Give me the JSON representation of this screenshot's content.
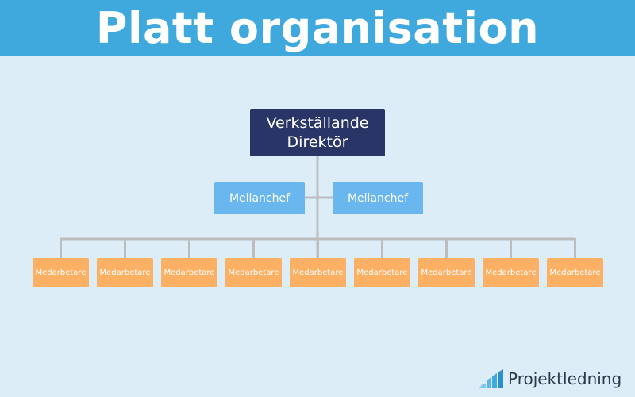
{
  "header": {
    "title": "Platt organisation"
  },
  "org": {
    "ceo": "Verkställande Direktör",
    "managers": [
      "Mellanchef",
      "Mellanchef"
    ],
    "employees": [
      "Medarbetare",
      "Medarbetare",
      "Medarbetare",
      "Medarbetare",
      "Medarbetare",
      "Medarbetare",
      "Medarbetare",
      "Medarbetare",
      "Medarbetare"
    ]
  },
  "brand": {
    "name": "Projektledning",
    "icon": "bar-chart-logo-icon"
  },
  "colors": {
    "header": "#3fa9dd",
    "background": "#dcedf8",
    "ceo": "#283566",
    "manager": "#69b7ee",
    "employee": "#fcb063",
    "connector": "#bdbdbd"
  }
}
